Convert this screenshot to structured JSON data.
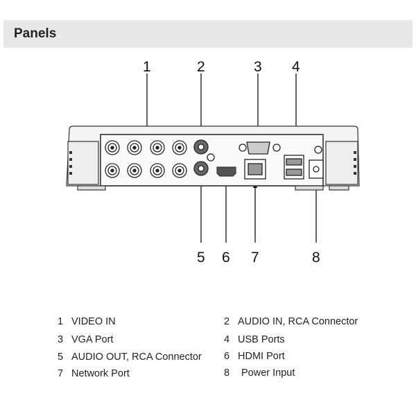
{
  "header": {
    "title": "Panels"
  },
  "callouts": [
    "1",
    "2",
    "3",
    "4",
    "5",
    "6",
    "7",
    "8"
  ],
  "legend": [
    {
      "num": "1",
      "label": "VIDEO IN"
    },
    {
      "num": "2",
      "label": "AUDIO IN, RCA Connector"
    },
    {
      "num": "3",
      "label": "VGA Port"
    },
    {
      "num": "4",
      "label": "USB Ports"
    },
    {
      "num": "5",
      "label": "AUDIO OUT, RCA Connector"
    },
    {
      "num": "6",
      "label": "HDMI Port"
    },
    {
      "num": "7",
      "label": "Network Port"
    },
    {
      "num": "8",
      "label": "Power Input"
    }
  ]
}
